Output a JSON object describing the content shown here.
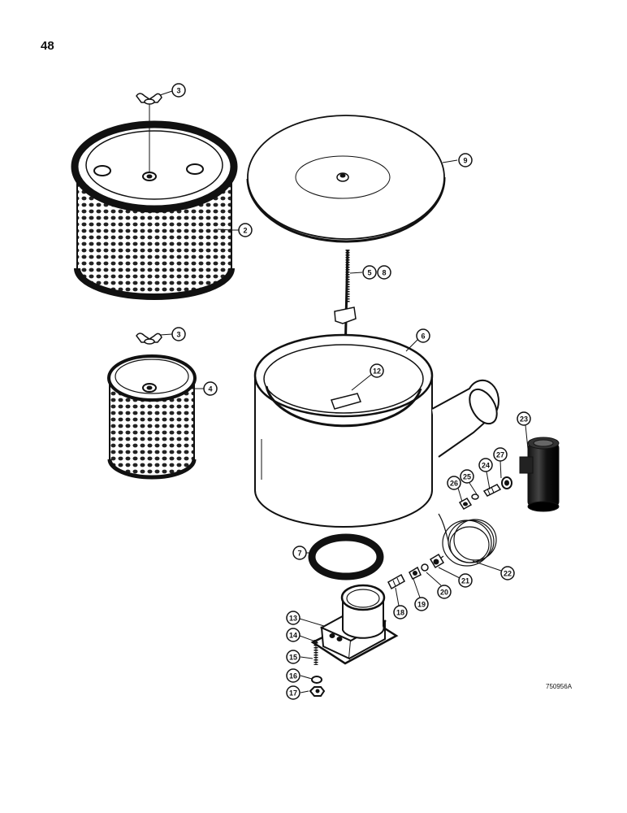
{
  "page": {
    "number": "48",
    "figure_code": "750956A"
  },
  "callouts": {
    "c2": "2",
    "c3a": "3",
    "c3b": "3",
    "c4": "4",
    "c5": "5",
    "c6": "6",
    "c7": "7",
    "c8": "8",
    "c9": "9",
    "c12": "12",
    "c13": "13",
    "c14": "14",
    "c15": "15",
    "c16": "16",
    "c17": "17",
    "c18": "18",
    "c19": "19",
    "c20": "20",
    "c21": "21",
    "c22": "22",
    "c23": "23",
    "c24": "24",
    "c25": "25",
    "c26": "26",
    "c27": "27"
  }
}
